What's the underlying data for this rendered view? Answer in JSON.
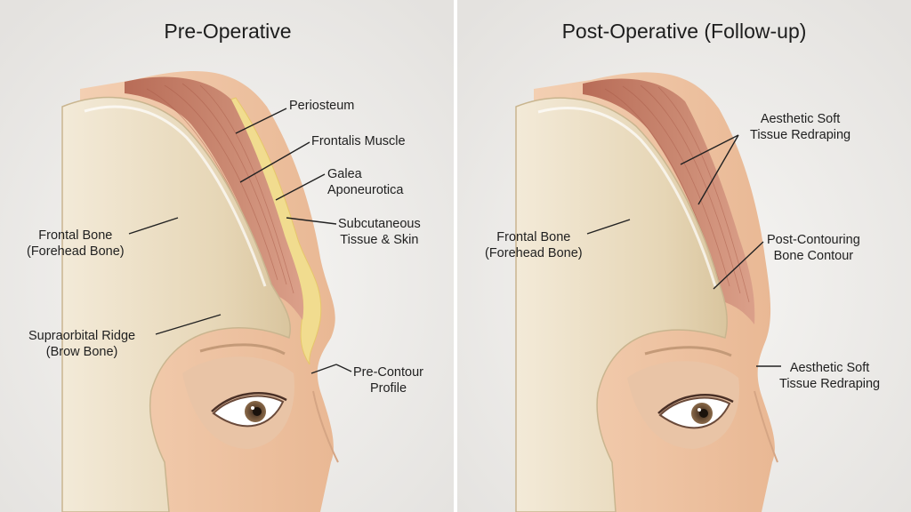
{
  "panels": [
    {
      "title": "Pre-Operative",
      "labels": {
        "periosteum": "Periosteum",
        "frontalis": "Frontalis Muscle",
        "galea": "Galea\nAponeurotica",
        "subcutaneous": "Subcutaneous\nTissue & Skin",
        "frontal_bone": "Frontal Bone\n(Forehead Bone)",
        "supraorbital": "Supraorbital Ridge\n(Brow Bone)",
        "pre_contour": "Pre-Contour\nProfile"
      }
    },
    {
      "title": "Post-Operative (Follow-up)",
      "labels": {
        "soft_tissue_top": "Aesthetic Soft\nTissue Redraping",
        "frontal_bone": "Frontal Bone\n(Forehead Bone)",
        "bone_contour": "Post-Contouring\nBone Contour",
        "soft_tissue_bottom": "Aesthetic Soft\nTissue Redraping"
      }
    }
  ],
  "colors": {
    "bone": "#eadcc0",
    "muscle": "#c47d66",
    "skin": "#efc7a8",
    "fat": "#f0db8c",
    "background": "#efeeec"
  }
}
